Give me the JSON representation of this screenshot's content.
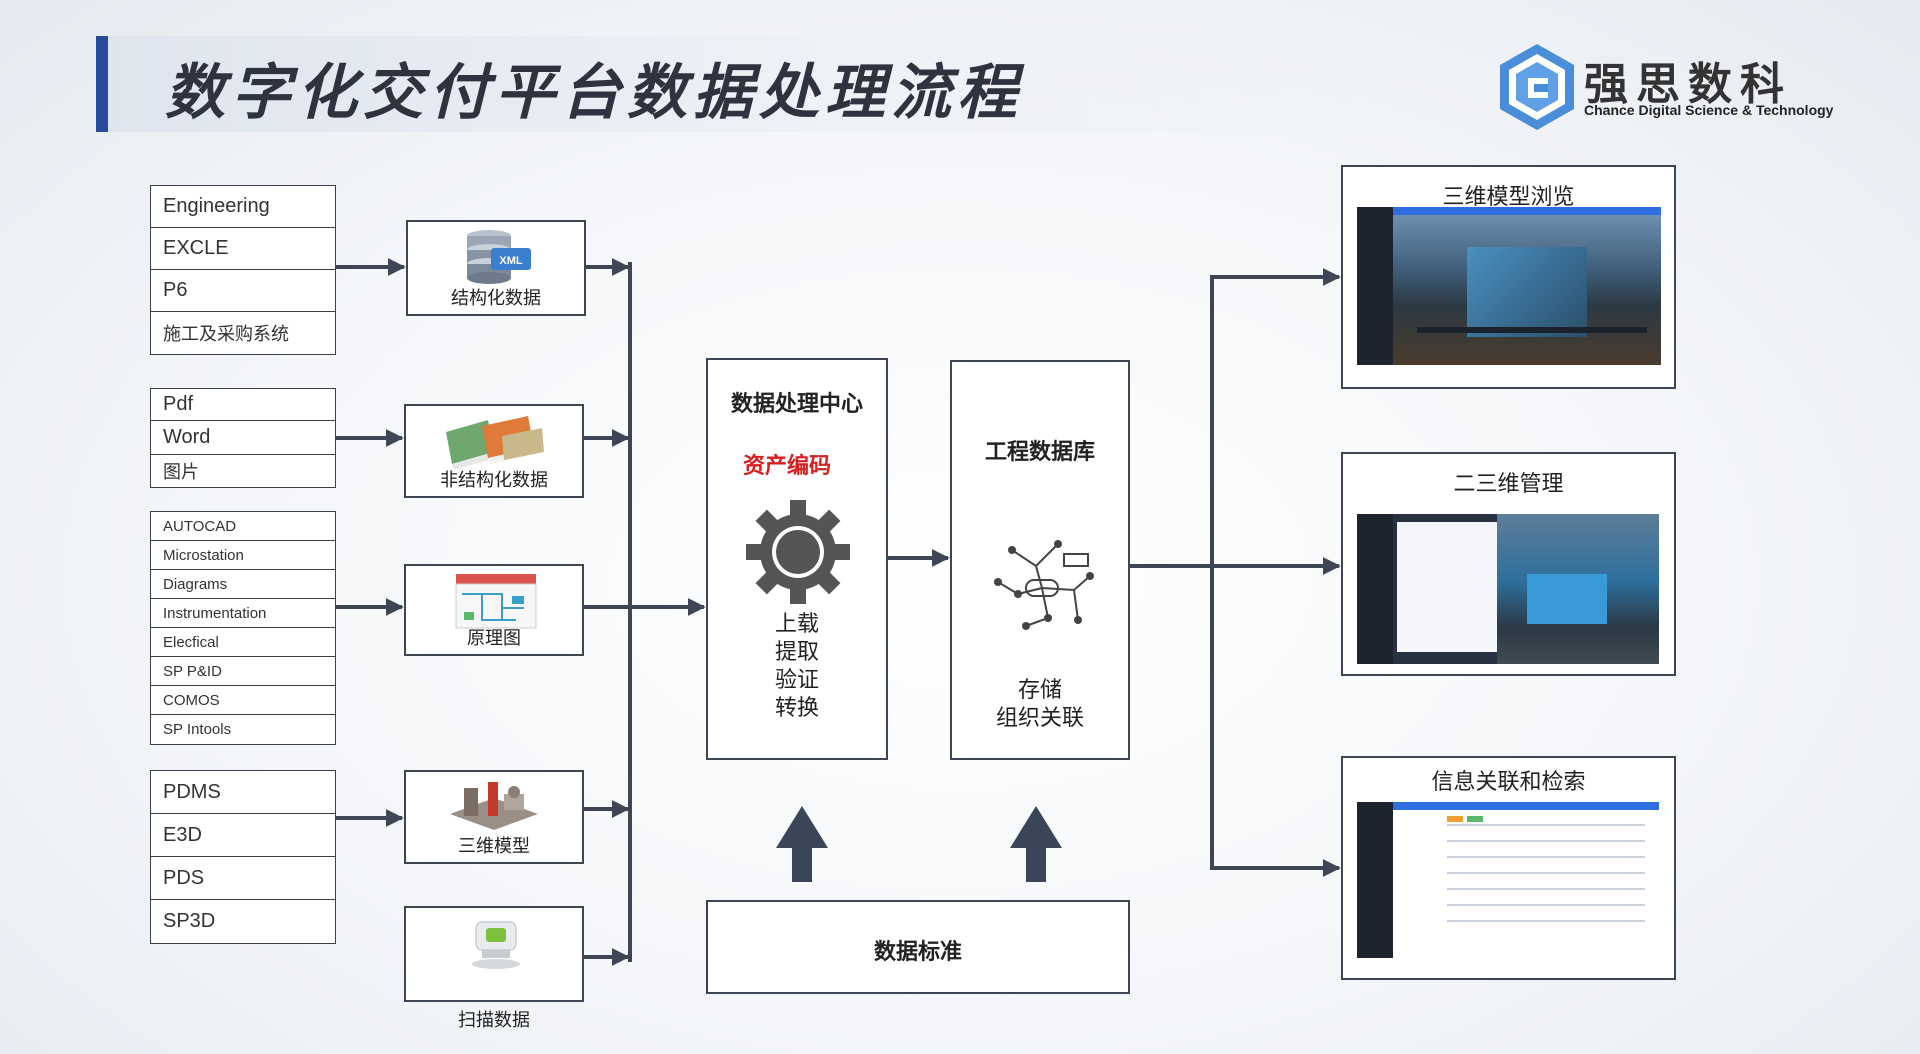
{
  "header": {
    "title": "数字化交付平台数据处理流程",
    "logo_cn": "强思数科",
    "logo_en": "Chance Digital Science & Technology",
    "accent_color": "#2a4a9c"
  },
  "sources": [
    {
      "items": [
        "Engineering",
        "EXCLE",
        "P6",
        "施工及采购系统"
      ]
    },
    {
      "items": [
        "Pdf",
        "Word",
        "图片"
      ]
    },
    {
      "items": [
        "AUTOCAD",
        "Microstation",
        "Diagrams",
        "Instrumentation",
        "Elecfical",
        "SP P&ID",
        "COMOS",
        "SP Intools"
      ]
    },
    {
      "items": [
        "PDMS",
        "E3D",
        "PDS",
        "SP3D"
      ]
    }
  ],
  "data_types": [
    {
      "label": "结构化数据",
      "icon": "database-icon",
      "icon_text": "XML"
    },
    {
      "label": "非结构化数据",
      "icon": "books-icon"
    },
    {
      "label": "原理图",
      "icon": "schematic-icon"
    },
    {
      "label": "三维模型",
      "icon": "plant-model-icon"
    },
    {
      "label": "扫描数据",
      "icon": "scanner-icon"
    }
  ],
  "center": {
    "processing": {
      "title": "数据处理中心",
      "highlight": "资产编码",
      "highlight_color": "#d42020",
      "icon": "gear-icon",
      "steps": [
        "上载",
        "提取",
        "验证",
        "转换"
      ]
    },
    "database": {
      "title": "工程数据库",
      "icon": "network-icon",
      "steps": [
        "存储",
        "组织关联"
      ]
    },
    "standard": {
      "title": "数据标准"
    }
  },
  "outputs": [
    {
      "title": "三维模型浏览"
    },
    {
      "title": "二三维管理"
    },
    {
      "title": "信息关联和检索"
    }
  ],
  "colors": {
    "line": "#3e4656",
    "arrow_block": "#3a4657"
  }
}
